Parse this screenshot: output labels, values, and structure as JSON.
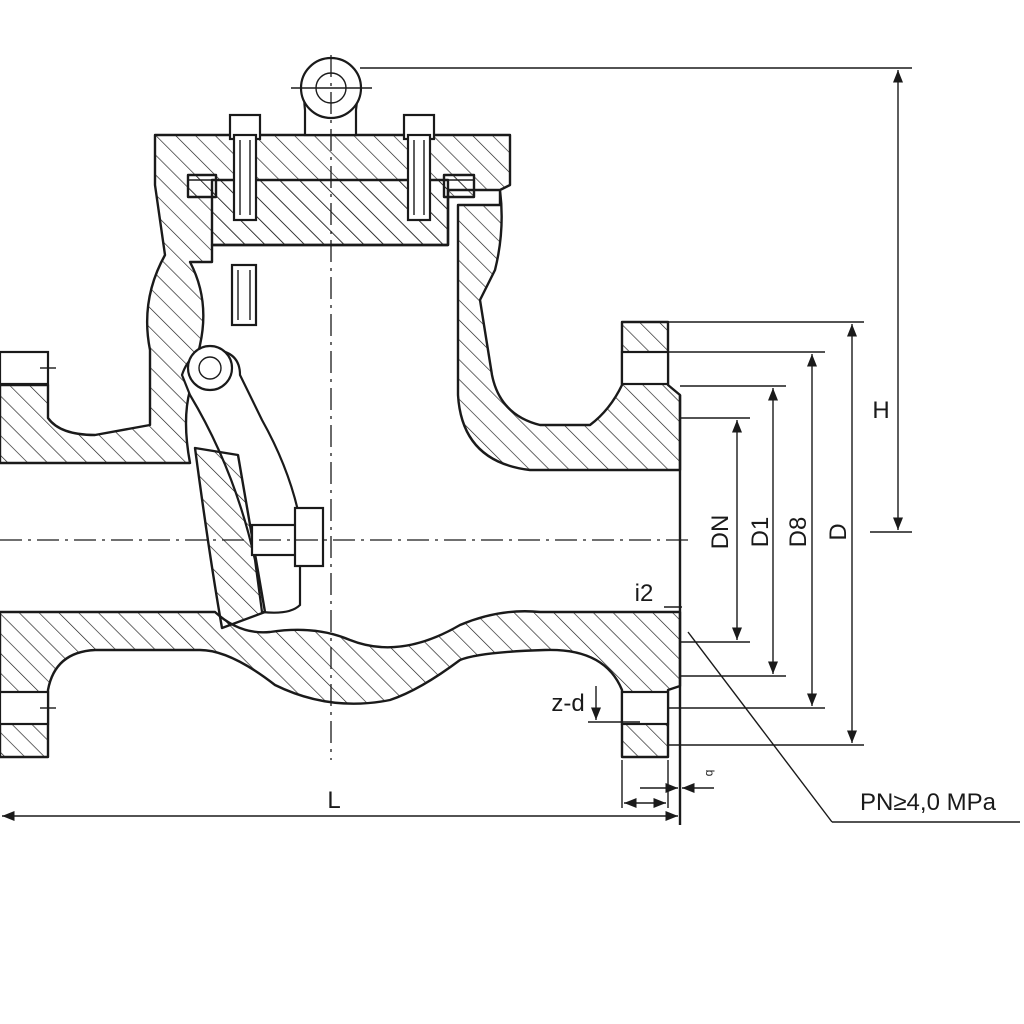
{
  "drawing": {
    "labels": {
      "H": "H",
      "DN": "DN",
      "D1": "D1",
      "D8": "D8",
      "D": "D",
      "i2": "i2",
      "z_d": "z-d",
      "L": "L",
      "b": "b",
      "pn": "PN≥4,0 MPa"
    }
  }
}
